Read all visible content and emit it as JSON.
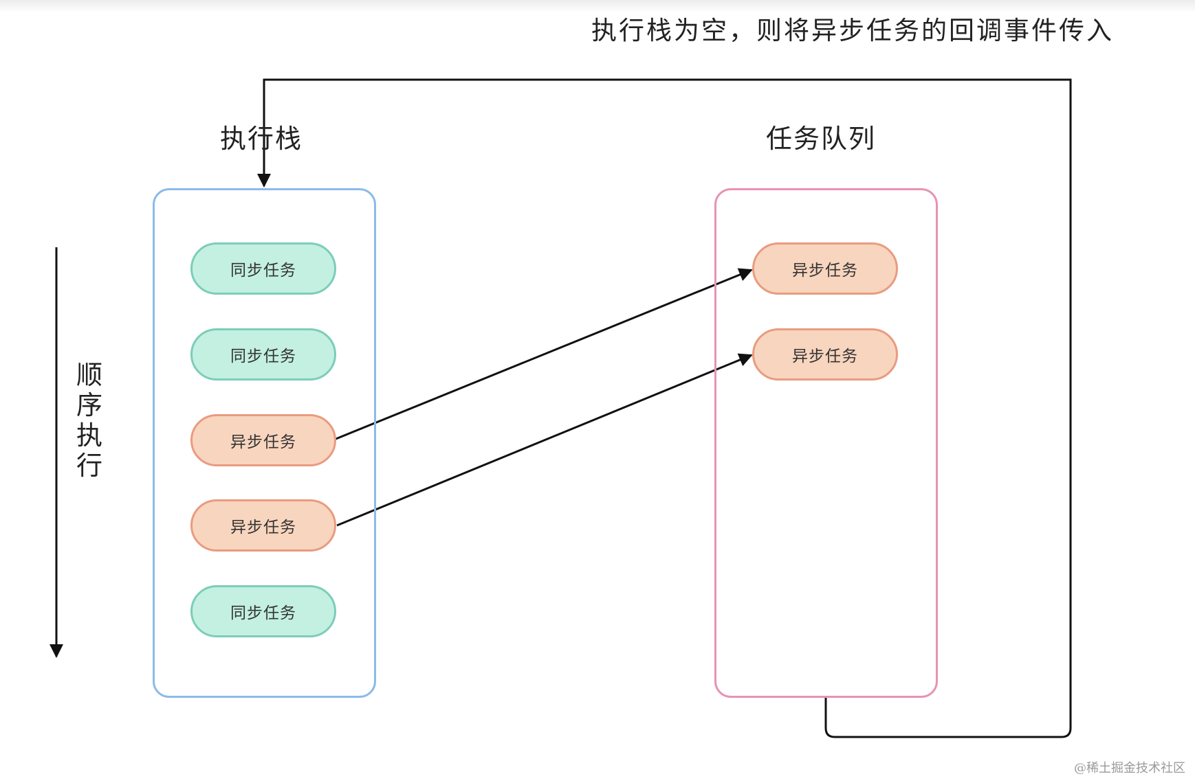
{
  "caption": "执行栈为空，则将异步任务的回调事件传入",
  "order_label": "顺序执行",
  "execution_stack": {
    "title": "执行栈",
    "border_color": "#8bbbe8",
    "tasks": [
      {
        "label": "同步任务",
        "kind": "sync"
      },
      {
        "label": "同步任务",
        "kind": "sync"
      },
      {
        "label": "异步任务",
        "kind": "async"
      },
      {
        "label": "异步任务",
        "kind": "async"
      },
      {
        "label": "同步任务",
        "kind": "sync"
      }
    ]
  },
  "task_queue": {
    "title": "任务队列",
    "border_color": "#e892b4",
    "tasks": [
      {
        "label": "异步任务",
        "kind": "async"
      },
      {
        "label": "异步任务",
        "kind": "async"
      }
    ]
  },
  "colors": {
    "sync_fill": "#c3f0e0",
    "sync_border": "#7ccdb9",
    "async_fill": "#f8d5be",
    "async_border": "#e99b80",
    "arrow": "#111111"
  },
  "watermark": "@稀土掘金技术社区"
}
